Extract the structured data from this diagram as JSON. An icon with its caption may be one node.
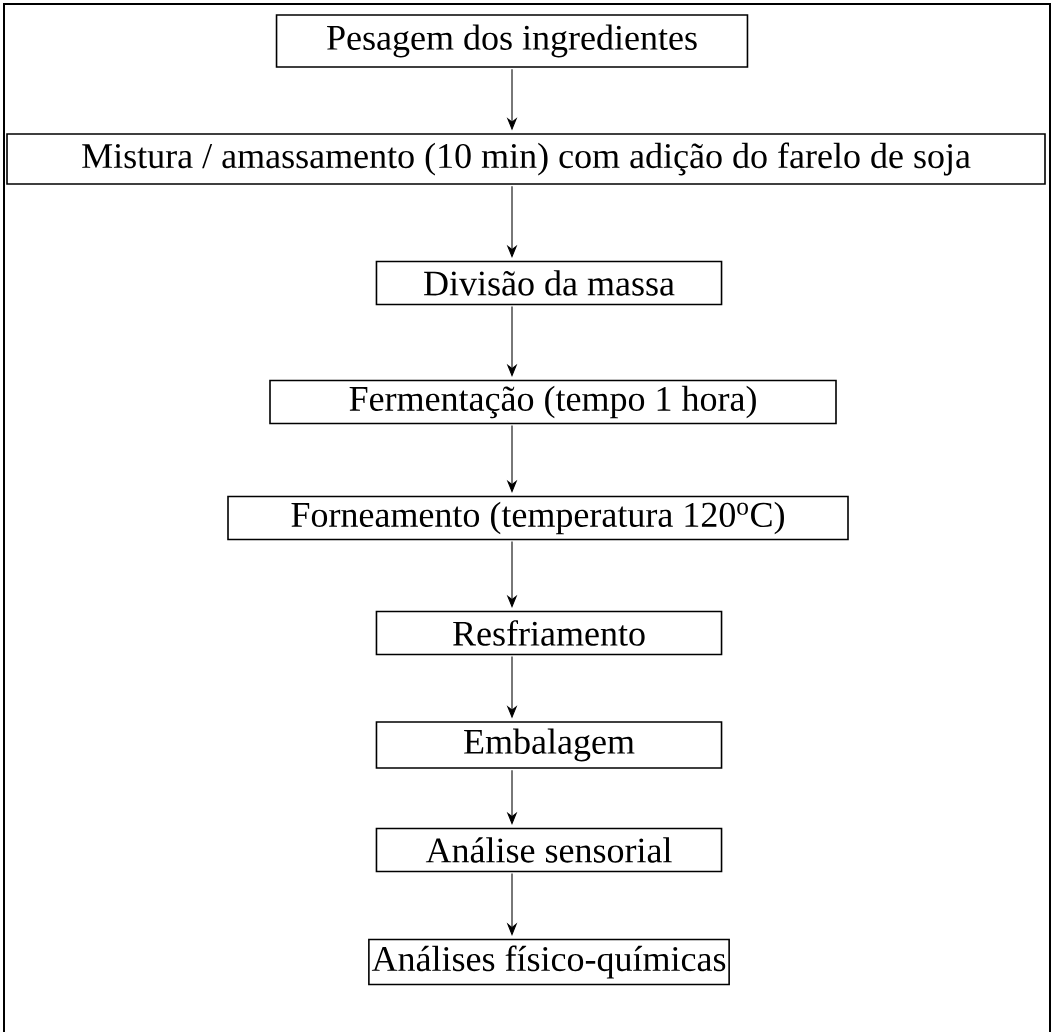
{
  "diagram": {
    "nodes": [
      {
        "text": [
          "Pesagem dos ingredientes"
        ]
      },
      {
        "text": [
          "Mistura / amassamento (10 min) com adição do farelo de soja"
        ]
      },
      {
        "text": [
          "Divisão da massa"
        ]
      },
      {
        "text": [
          "Fermentação (tempo 1 hora)"
        ]
      },
      {
        "text": [
          "Forneamento (temperatura 120$^{o}$C)"
        ]
      },
      {
        "text": [
          "Resfriamento"
        ]
      },
      {
        "text": [
          "Embalagem"
        ]
      },
      {
        "text": [
          "Análise sensorial"
        ]
      },
      {
        "text": [
          "Análises físico-químicas"
        ]
      }
    ],
    "edges": [
      {
        "from": 0,
        "to": 1,
        "arrow": "to"
      },
      {
        "from": 1,
        "to": 2,
        "arrow": "to"
      },
      {
        "from": 2,
        "to": 3,
        "arrow": "to"
      },
      {
        "from": 3,
        "to": 4,
        "arrow": "to"
      },
      {
        "from": 4,
        "to": 5,
        "arrow": "to"
      },
      {
        "from": 5,
        "to": 6,
        "arrow": "to"
      },
      {
        "from": 6,
        "to": 7,
        "arrow": "to"
      },
      {
        "from": 7,
        "to": 8,
        "arrow": "to"
      }
    ]
  }
}
